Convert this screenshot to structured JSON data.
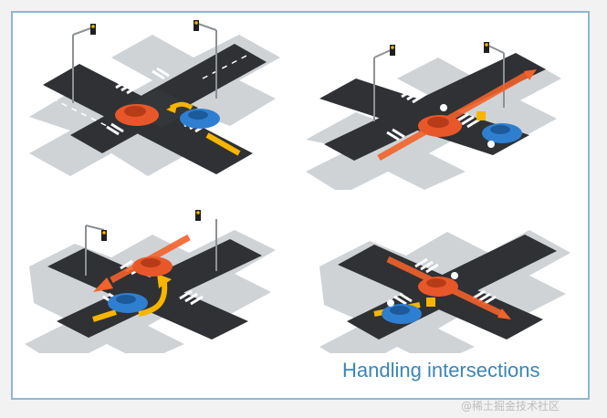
{
  "caption": "Handling intersections",
  "watermark": "@稀土掘金技术社区",
  "colors": {
    "road": "#2f3134",
    "sidewalk": "#cfd3d6",
    "frame": "#8fb7d1",
    "orange_car": "#e8572a",
    "blue_car": "#2f7fd0",
    "arrow_yellow": "#f7b500",
    "arrow_orange": "#f2622a",
    "caption": "#3a86b8"
  },
  "scenes": [
    {
      "id": "intersection-left-turn-yield",
      "icons": [
        "traffic-light-icon",
        "orange-car-icon",
        "blue-car-icon",
        "turn-arrow-icon"
      ]
    },
    {
      "id": "intersection-numbered-order",
      "icons": [
        "traffic-light-icon",
        "orange-car-icon",
        "blue-car-icon",
        "straight-arrow-icon"
      ]
    },
    {
      "id": "intersection-crossing-path",
      "icons": [
        "traffic-light-icon",
        "orange-car-icon",
        "blue-car-icon",
        "turn-arrow-icon"
      ]
    },
    {
      "id": "intersection-four-way-stop",
      "icons": [
        "orange-car-icon",
        "blue-car-icon",
        "straight-arrow-icon"
      ]
    }
  ]
}
